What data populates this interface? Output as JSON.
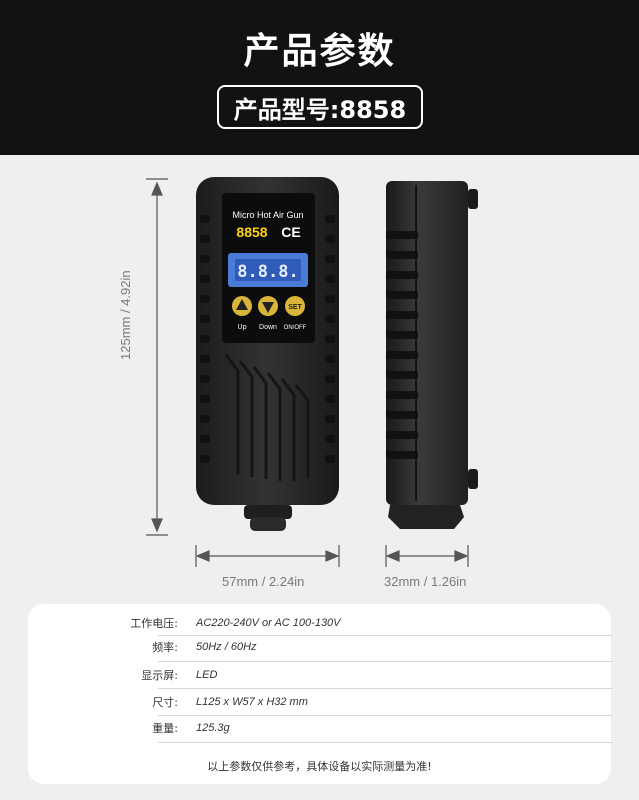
{
  "header": {
    "title": "产品参数",
    "model_label": "产品型号:8858"
  },
  "device": {
    "brand_text": "Micro Hot Air Gun",
    "model_text": "8858",
    "ce_mark": "CE",
    "display_text": "8.8.8.",
    "buttons": [
      {
        "icon": "up-triangle-icon",
        "label": "Up"
      },
      {
        "icon": "down-triangle-icon",
        "label": "Down"
      },
      {
        "icon_text": "SET",
        "label": "ON/OFF"
      }
    ],
    "body_color": "#2a2a2a",
    "display_color": "#4a7bd6"
  },
  "dimensions": {
    "height": "125mm / 4.92in",
    "width": "57mm / 2.24in",
    "depth": "32mm / 1.26in"
  },
  "specs": [
    {
      "label": "工作电压:",
      "value": "AC220-240V or AC 100-130V"
    },
    {
      "label": "频率:",
      "value": "50Hz / 60Hz"
    },
    {
      "label": "显示屏:",
      "value": "LED"
    },
    {
      "label": "尺寸:",
      "value": "L125 x W57 x H32 mm"
    },
    {
      "label": "重量:",
      "value": "125.3g"
    }
  ],
  "note": "以上参数仅供参考，具体设备以实际测量为准!"
}
